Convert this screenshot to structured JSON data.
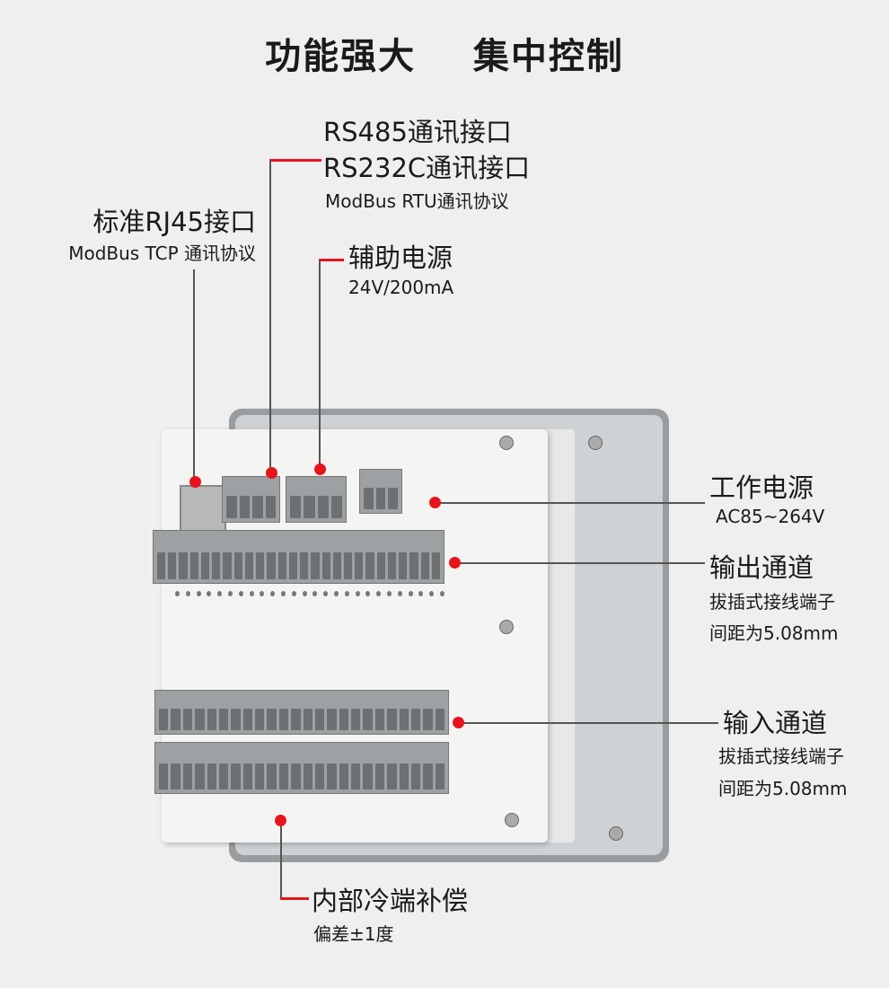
{
  "title": "功能强大    集中控制",
  "callouts": {
    "rs485": {
      "line1": "RS485通讯接口",
      "line2": "RS232C通讯接口",
      "sub": "ModBus RTU通讯协议"
    },
    "rj45": {
      "label": "标准RJ45接口",
      "sub": "ModBus TCP 通讯协议"
    },
    "aux_power": {
      "label": "辅助电源",
      "sub": "24V/200mA"
    },
    "work_power": {
      "label": "工作电源",
      "sub": "AC85~264V"
    },
    "output": {
      "label": "输出通道",
      "sub1": "拔插式接线端子",
      "sub2": "间距为5.08mm"
    },
    "input": {
      "label": "输入通道",
      "sub1": "拔插式接线端子",
      "sub2": "间距为5.08mm"
    },
    "cold_junction": {
      "label": "内部冷端补偿",
      "sub": "偏差±1度"
    }
  },
  "colors": {
    "accent": "#e8141c",
    "background": "#efefef"
  }
}
